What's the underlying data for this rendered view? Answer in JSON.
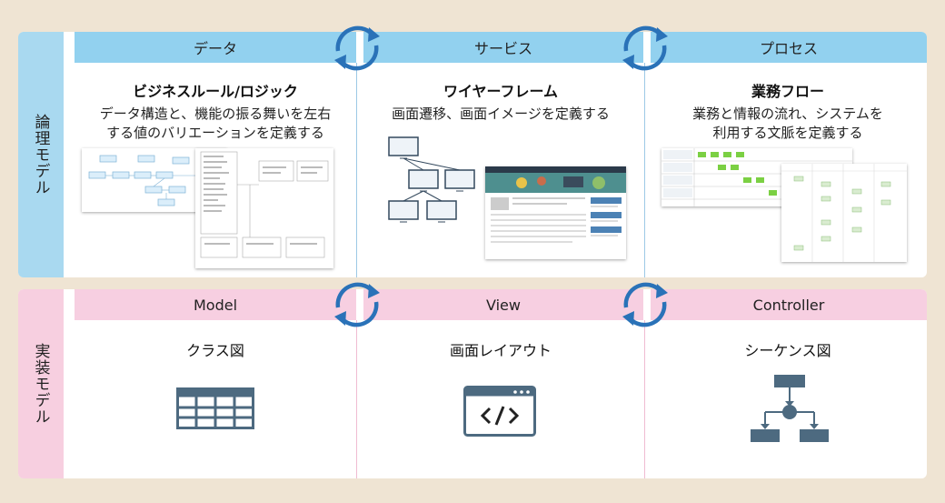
{
  "logic_panel": {
    "side_label": "論理モデル",
    "columns": [
      {
        "header": "データ",
        "title": "ビジネスルール/ロジック",
        "desc_lines": [
          "データ構造と、機能の振る舞いを左右",
          "する値のバリエーションを定義する"
        ]
      },
      {
        "header": "サービス",
        "title": "ワイヤーフレーム",
        "desc_lines": [
          "画面遷移、画面イメージを定義する"
        ]
      },
      {
        "header": "プロセス",
        "title": "業務フロー",
        "desc_lines": [
          "業務と情報の流れ、システムを",
          "利用する文脈を定義する"
        ]
      }
    ]
  },
  "impl_panel": {
    "side_label": "実装モデル",
    "columns": [
      {
        "header": "Model",
        "title": "クラス図"
      },
      {
        "header": "View",
        "title": "画面レイアウト"
      },
      {
        "header": "Controller",
        "title": "シーケンス図"
      }
    ]
  },
  "colors": {
    "background": "#efe4d3",
    "logic_header": "#92d1ef",
    "impl_header": "#f7cfe1",
    "arrow": "#2a72b8",
    "icon": "#4d6a80"
  },
  "icons": [
    "sync-arrows-icon",
    "table-grid-icon",
    "code-window-icon",
    "sequence-diagram-icon"
  ]
}
